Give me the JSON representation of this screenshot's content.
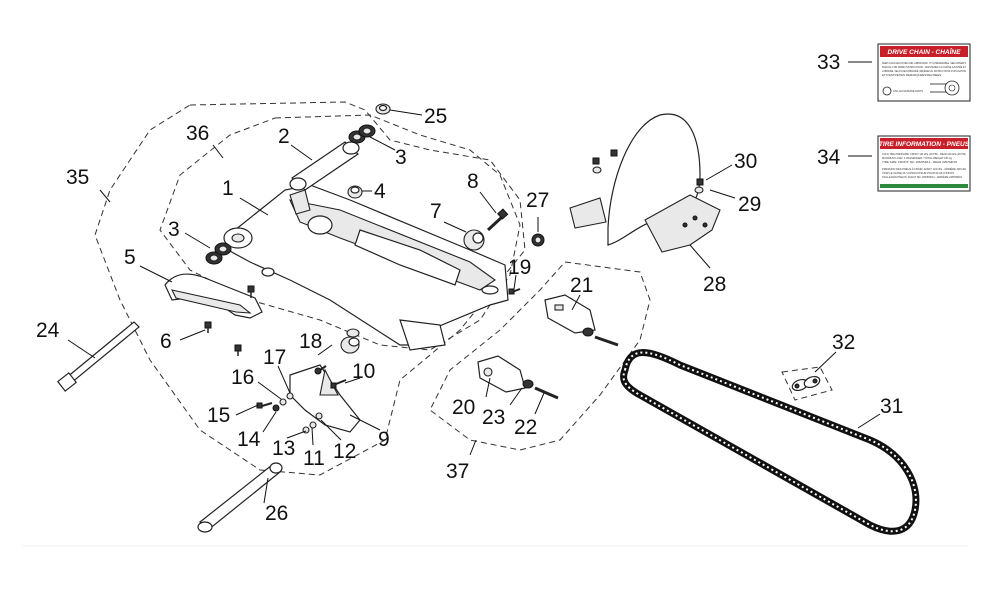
{
  "diagram": {
    "callouts": [
      "1",
      "2",
      "3",
      "3",
      "4",
      "5",
      "6",
      "7",
      "8",
      "9",
      "10",
      "11",
      "12",
      "13",
      "14",
      "15",
      "16",
      "17",
      "18",
      "19",
      "20",
      "21",
      "22",
      "23",
      "24",
      "25",
      "26",
      "27",
      "28",
      "29",
      "30",
      "31",
      "32",
      "33",
      "34",
      "35",
      "36",
      "37"
    ]
  },
  "labels": {
    "drive_chain": {
      "title": "DRIVE CHAIN - CHAÎNE",
      "lines": [
        "KEEP CHAIN ADJUSTED AND LUBRICATED. IT IS PREFERABLE. SEE OWNER'S",
        "MANUAL FOR MORE INSTRUCTIONS - MAINTENEZ LA CHAÎNE AJUSTÉE ET",
        "LUBRIFIÉE. SELON RECOMMANDÉ. RÉFÉREZ AU INSTRUCTIONS D'UTILISATION",
        "ET D'ENTRETIEN REMARQUEES/REVISEES."
      ],
      "logo_text": "CAN-AM GENUINE PARTS"
    },
    "tire_information": {
      "title": "TIRE INFORMATION - PNEUS",
      "lines": [
        "COLD TIRE PRESSURE: FRONT 124 kPa (18 PSI) - REAR 200 kPa (29 PSI)",
        "MAXIMUM LOAD: 1 PASSENGER / TOTAL WEIGHT 181 kg",
        "TIRE SIZE: FRONT: MC 165/65R14 - REAR 225/50R15",
        "PRESSION DES PNEUS À FROID: AVANT 124 kPa - ARRIÈRE 200 kPa",
        "VOIR LE GUIDE DU CONDUCTEUR POUR PLUS D'INFOS",
        "TAILLE DES PNEUS: AVANT MC 165/65R14 - ARRIÈRE 225/50R15"
      ]
    }
  },
  "colors": {
    "label_red": "#c8202a",
    "label_green": "#2e8b3d",
    "ink": "#111111"
  }
}
